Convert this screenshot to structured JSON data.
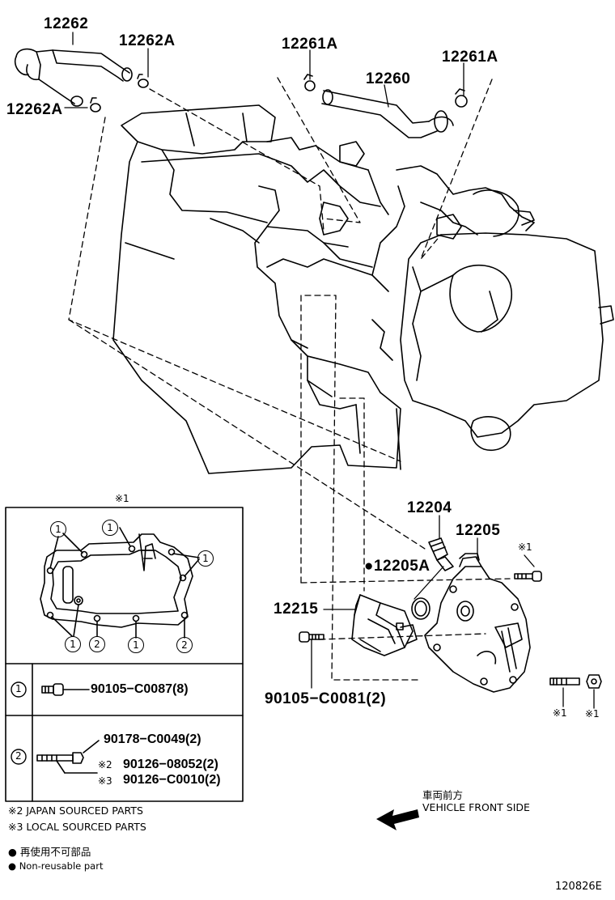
{
  "parts": {
    "p12262": "12262",
    "p12262A_top": "12262A",
    "p12262A_left": "12262A",
    "p12261A_left": "12261A",
    "p12260": "12260",
    "p12261A_right": "12261A",
    "p12204": "12204",
    "p12205": "12205",
    "p12205A": "●12205A",
    "p12215": "12215",
    "p90105_C0081": "90105−C0081(2)"
  },
  "marks": {
    "inset_title": "※1",
    "bolt_mark": "※1",
    "stud_mark": "※1",
    "nut_mark": "※1"
  },
  "inset": {
    "callouts": [
      "1",
      "1",
      "1",
      "1",
      "2",
      "1",
      "2"
    ],
    "row1": {
      "index": "1",
      "part": "90105−C0087(8)"
    },
    "row2": {
      "index": "2",
      "part_a": "90178−C0049(2)",
      "mark_b": "※2",
      "part_b": "90126−08052(2)",
      "mark_c": "※3",
      "part_c": "90126−C0010(2)"
    }
  },
  "notes": {
    "japan": "※2 JAPAN SOURCED PARTS",
    "local": "※3 LOCAL SOURCED PARTS",
    "nonreuse_jp": "● 再使用不可部品",
    "nonreuse_en": "● Non-reusable part"
  },
  "direction": {
    "label_jp": "車両前方",
    "label_en": "VEHICLE FRONT SIDE"
  },
  "figure_id": "120826E"
}
